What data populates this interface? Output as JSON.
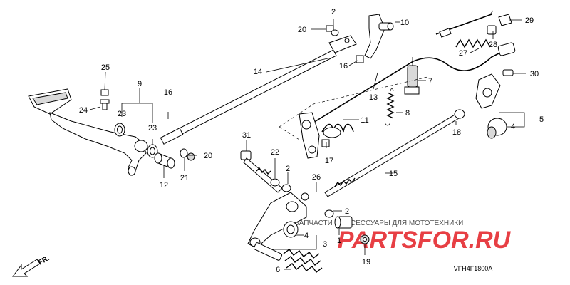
{
  "diagram": {
    "callouts": [
      {
        "id": "c1",
        "text": "1"
      },
      {
        "id": "c2a",
        "text": "2"
      },
      {
        "id": "c2b",
        "text": "2"
      },
      {
        "id": "c2c",
        "text": "2"
      },
      {
        "id": "c3",
        "text": "3"
      },
      {
        "id": "c4a",
        "text": "4"
      },
      {
        "id": "c4b",
        "text": "4"
      },
      {
        "id": "c5",
        "text": "5"
      },
      {
        "id": "c6",
        "text": "6"
      },
      {
        "id": "c7",
        "text": "7"
      },
      {
        "id": "c8",
        "text": "8"
      },
      {
        "id": "c9",
        "text": "9"
      },
      {
        "id": "c10",
        "text": "10"
      },
      {
        "id": "c11",
        "text": "11"
      },
      {
        "id": "c12",
        "text": "12"
      },
      {
        "id": "c13",
        "text": "13"
      },
      {
        "id": "c14",
        "text": "14"
      },
      {
        "id": "c15",
        "text": "15"
      },
      {
        "id": "c16a",
        "text": "16"
      },
      {
        "id": "c16b",
        "text": "16"
      },
      {
        "id": "c17",
        "text": "17"
      },
      {
        "id": "c18",
        "text": "18"
      },
      {
        "id": "c19",
        "text": "19"
      },
      {
        "id": "c20a",
        "text": "20"
      },
      {
        "id": "c20b",
        "text": "20"
      },
      {
        "id": "c21",
        "text": "21"
      },
      {
        "id": "c22",
        "text": "22"
      },
      {
        "id": "c23a",
        "text": "23"
      },
      {
        "id": "c23b",
        "text": "23"
      },
      {
        "id": "c24",
        "text": "24"
      },
      {
        "id": "c25",
        "text": "25"
      },
      {
        "id": "c26",
        "text": "26"
      },
      {
        "id": "c27",
        "text": "27"
      },
      {
        "id": "c28",
        "text": "28"
      },
      {
        "id": "c29",
        "text": "29"
      },
      {
        "id": "c30",
        "text": "30"
      },
      {
        "id": "c31",
        "text": "31"
      }
    ],
    "front_marker": "FR.",
    "diagram_code": "VFH4F1800A",
    "watermark": {
      "tagline": "ЗАПЧАСТИ И АКСЕССУАРЫ ДЛЯ МОТОТЕХНИКИ",
      "logo": "PARTSFOR.RU",
      "logo_color": "#e31e24"
    }
  }
}
